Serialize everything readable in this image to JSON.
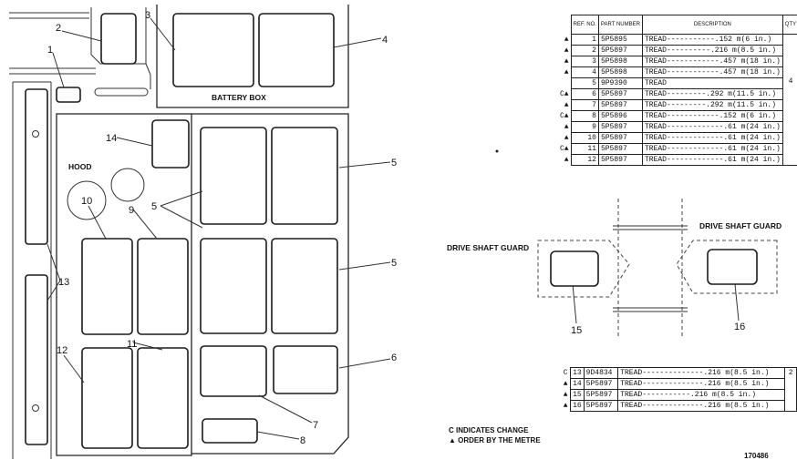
{
  "labels": {
    "battery_box": "BATTERY BOX",
    "hood": "HOOD",
    "drive_shaft_guard_left": "DRIVE SHAFT GUARD",
    "drive_shaft_guard_right": "DRIVE SHAFT GUARD"
  },
  "callouts": {
    "c1": "1",
    "c2": "2",
    "c3": "3",
    "c4": "4",
    "c5a": "5",
    "c5b": "5",
    "c5c": "5",
    "c6": "6",
    "c7": "7",
    "c8": "8",
    "c9": "9",
    "c10": "10",
    "c11": "11",
    "c12": "12",
    "c13": "13",
    "c14": "14",
    "c15": "15",
    "c16": "16"
  },
  "table_main": {
    "headers": [
      "REF. NO.",
      "PART NUMBER",
      "DESCRIPTION",
      "QTY"
    ],
    "rows": [
      {
        "mark": "▲",
        "ref": "1",
        "part": "5P5895",
        "desc": "TREAD-----------.152 m(6 in.)",
        "qty": ""
      },
      {
        "mark": "▲",
        "ref": "2",
        "part": "5P5897",
        "desc": "TREAD----------.216 m(8.5 in.)",
        "qty": ""
      },
      {
        "mark": "▲",
        "ref": "3",
        "part": "5P5898",
        "desc": "TREAD------------.457 m(18 in.)",
        "qty": ""
      },
      {
        "mark": "▲",
        "ref": "4",
        "part": "5P5898",
        "desc": "TREAD------------.457 m(18 in.)",
        "qty": ""
      },
      {
        "mark": "",
        "ref": "5",
        "part": "9P9390",
        "desc": "TREAD",
        "qty": "4"
      },
      {
        "mark": "C▲",
        "ref": "6",
        "part": "5P5897",
        "desc": "TREAD---------.292 m(11.5 in.)",
        "qty": ""
      },
      {
        "mark": "▲",
        "ref": "7",
        "part": "5P5897",
        "desc": "TREAD---------.292 m(11.5 in.)",
        "qty": ""
      },
      {
        "mark": "C▲",
        "ref": "8",
        "part": "5P5896",
        "desc": "TREAD------------.152 m(6 in.)",
        "qty": ""
      },
      {
        "mark": "▲",
        "ref": "9",
        "part": "5P5897",
        "desc": "TREAD-------------.61 m(24 in.)",
        "qty": ""
      },
      {
        "mark": "▲",
        "ref": "10",
        "part": "5P5897",
        "desc": "TREAD-------------.61 m(24 in.)",
        "qty": ""
      },
      {
        "mark": "C▲",
        "ref": "11",
        "part": "5P5897",
        "desc": "TREAD-------------.61 m(24 in.)",
        "qty": ""
      },
      {
        "mark": "▲",
        "ref": "12",
        "part": "5P5897",
        "desc": "TREAD-------------.61 m(24 in.)",
        "qty": ""
      }
    ]
  },
  "table_second": {
    "rows": [
      {
        "mark": "C",
        "ref": "13",
        "part": "9D4834",
        "desc": "TREAD--------------.216 m(8.5 in.)",
        "qty": "2"
      },
      {
        "mark": "▲",
        "ref": "14",
        "part": "5P5897",
        "desc": "TREAD--------------.216 m(8.5 in.)",
        "qty": ""
      },
      {
        "mark": "▲",
        "ref": "15",
        "part": "5P5897",
        "desc": "TREAD-----------.216 m(8.5 in.)",
        "qty": ""
      },
      {
        "mark": "▲",
        "ref": "16",
        "part": "5P5897",
        "desc": "TREAD--------------.216 m(8.5 in.)",
        "qty": ""
      }
    ]
  },
  "notes": {
    "line1": "C INDICATES CHANGE",
    "line2": "▲ ORDER BY THE METRE"
  },
  "figure_number": "170486"
}
